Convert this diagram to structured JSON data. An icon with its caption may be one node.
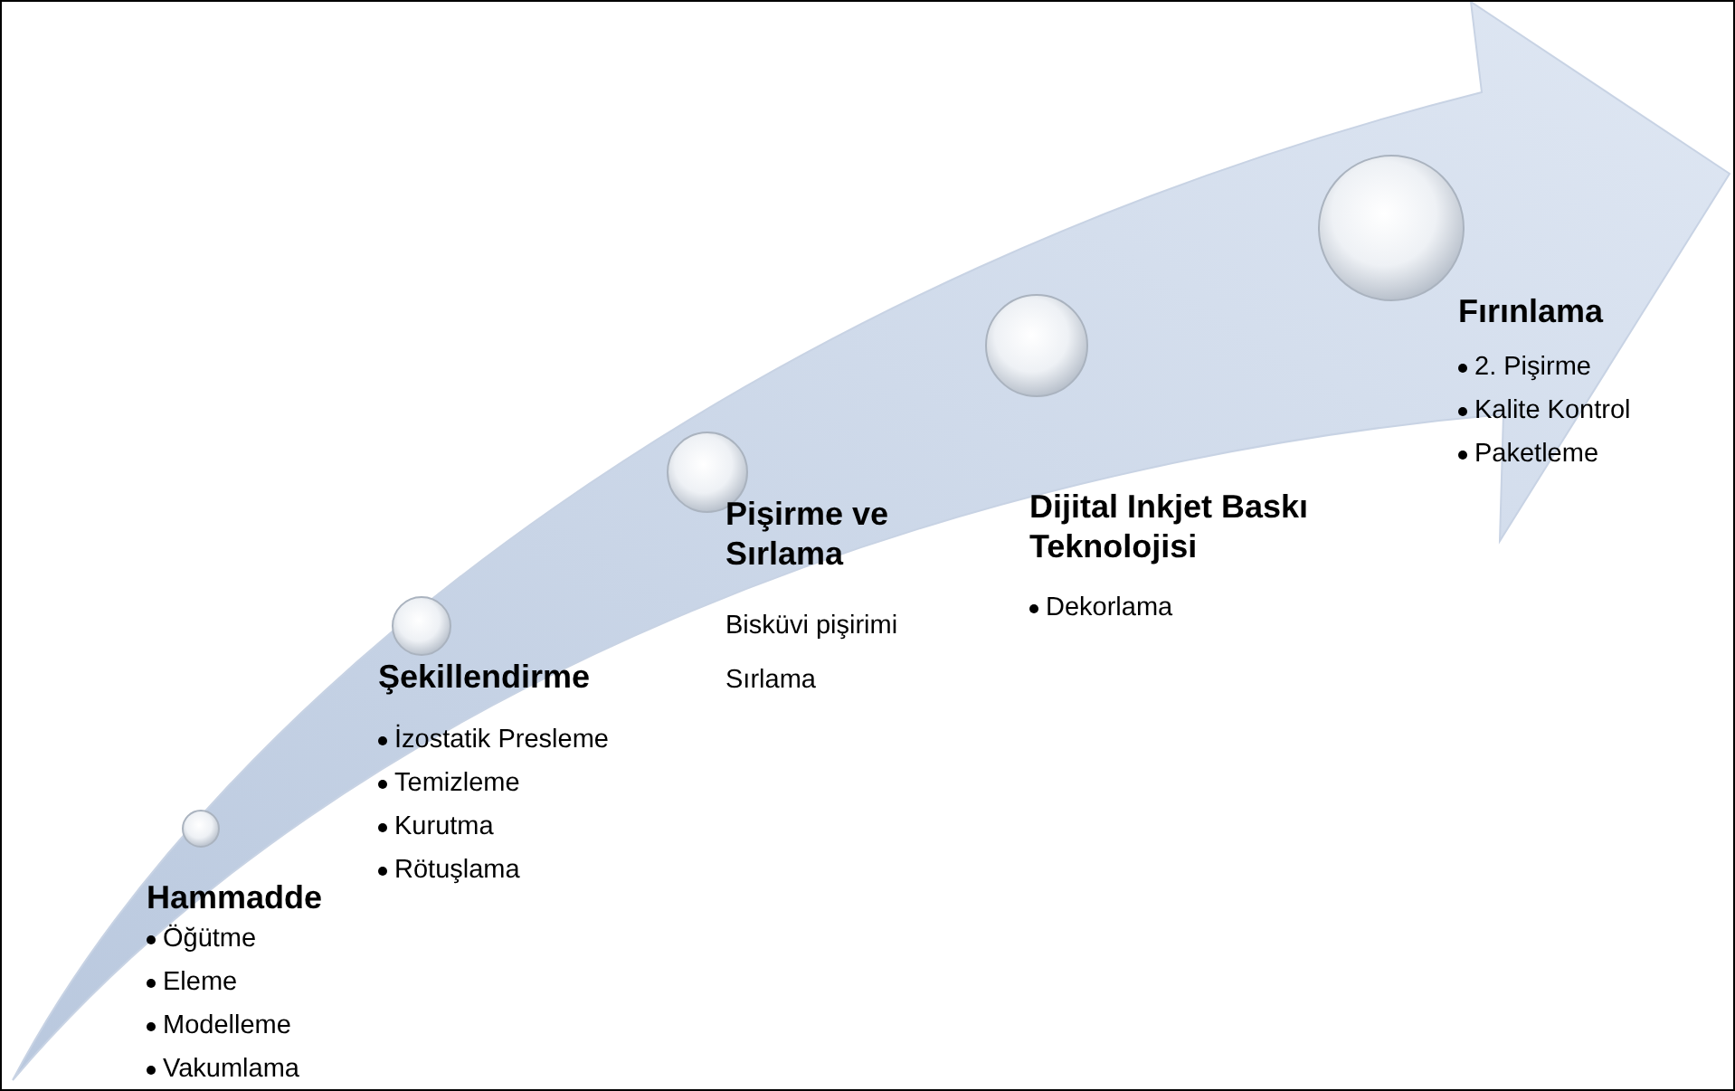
{
  "diagram": {
    "nodes": [
      {
        "text": [
          "Hammadde",
          "Öğütme",
          "Eleme",
          "Modelleme",
          "Vakumlama"
        ]
      },
      {
        "text": [
          "Şekillendirme",
          "İzostatik Presleme",
          "Temizleme",
          "Kurutma",
          "Rötuşlama"
        ]
      },
      {
        "text": [
          "Pişirme ve Sırlama",
          "Bisküvi pişirimi",
          "Sırlama"
        ]
      },
      {
        "text": [
          "Dijital Inkjet Baskı Teknolojisi",
          "Dekorlama"
        ]
      },
      {
        "text": [
          "Fırınlama",
          "2. Pişirme",
          "Kalite Kontrol",
          "Paketleme"
        ]
      }
    ]
  }
}
